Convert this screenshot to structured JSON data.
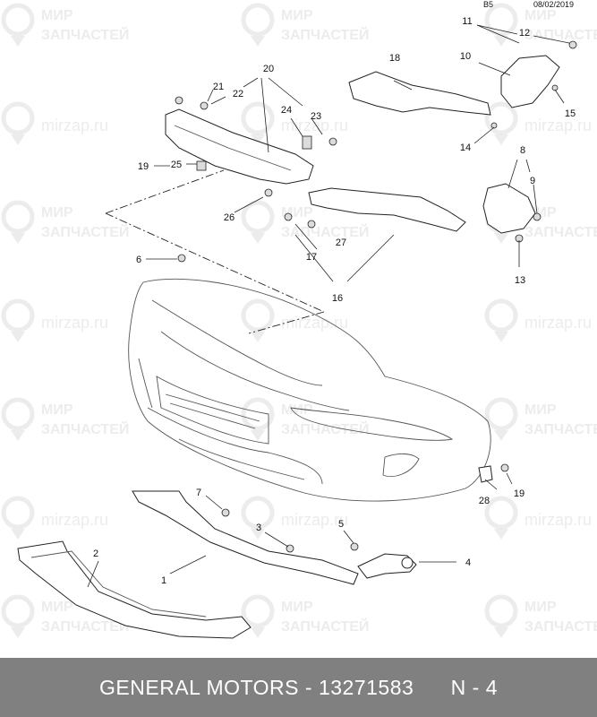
{
  "header": {
    "code": "B5",
    "date": "08/02/2019"
  },
  "watermark": {
    "line1": "МИР",
    "line2": "ЗАПЧАСТЕЙ",
    "url": "mirzap.ru"
  },
  "callouts": [
    "1",
    "2",
    "3",
    "4",
    "5",
    "6",
    "7",
    "8",
    "9",
    "10",
    "11",
    "12",
    "13",
    "14",
    "15",
    "16",
    "17",
    "18",
    "19",
    "19",
    "20",
    "21",
    "22",
    "23",
    "24",
    "25",
    "26",
    "27",
    "28"
  ],
  "footer": {
    "brand": "GENERAL MOTORS",
    "separator": " - ",
    "part_number": "13271583",
    "position": "N - 4"
  },
  "colors": {
    "footer_bg": "#808080",
    "footer_text": "#ffffff",
    "watermark": "#ececec"
  }
}
